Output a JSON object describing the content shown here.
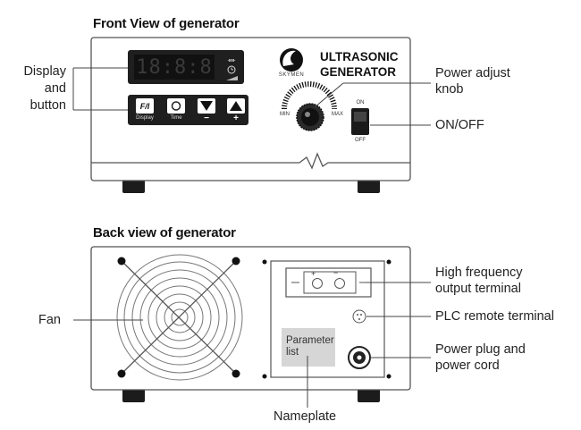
{
  "front": {
    "heading": "Front View of generator",
    "brand_line1": "ULTRASONIC",
    "brand_line2": "GENERATOR",
    "logo_text": "SKYMEN",
    "display_digits": "18:8:8",
    "buttons": [
      {
        "glyph": "F/I",
        "caption": "Display"
      },
      {
        "glyph": "⏲",
        "caption": "Time"
      },
      {
        "glyph": "▼",
        "caption": "−"
      },
      {
        "glyph": "▲",
        "caption": "+"
      }
    ],
    "knob_min": "MIN",
    "knob_max": "MAX",
    "switch_on": "ON",
    "switch_off": "OFF",
    "callouts": {
      "display_button": [
        "Display",
        "and",
        "button"
      ],
      "power_knob": [
        "Power adjust",
        "knob"
      ],
      "on_off": "ON/OFF"
    }
  },
  "back": {
    "heading": "Back view of generator",
    "terminal_plus": "+",
    "terminal_minus": "−",
    "nameplate_text": [
      "Parameter",
      "list"
    ],
    "callouts": {
      "fan": "Fan",
      "hf_output": [
        "High frequency",
        "output terminal"
      ],
      "plc": "PLC remote terminal",
      "power_plug": [
        "Power plug and",
        "power cord"
      ],
      "nameplate": "Nameplate"
    }
  }
}
